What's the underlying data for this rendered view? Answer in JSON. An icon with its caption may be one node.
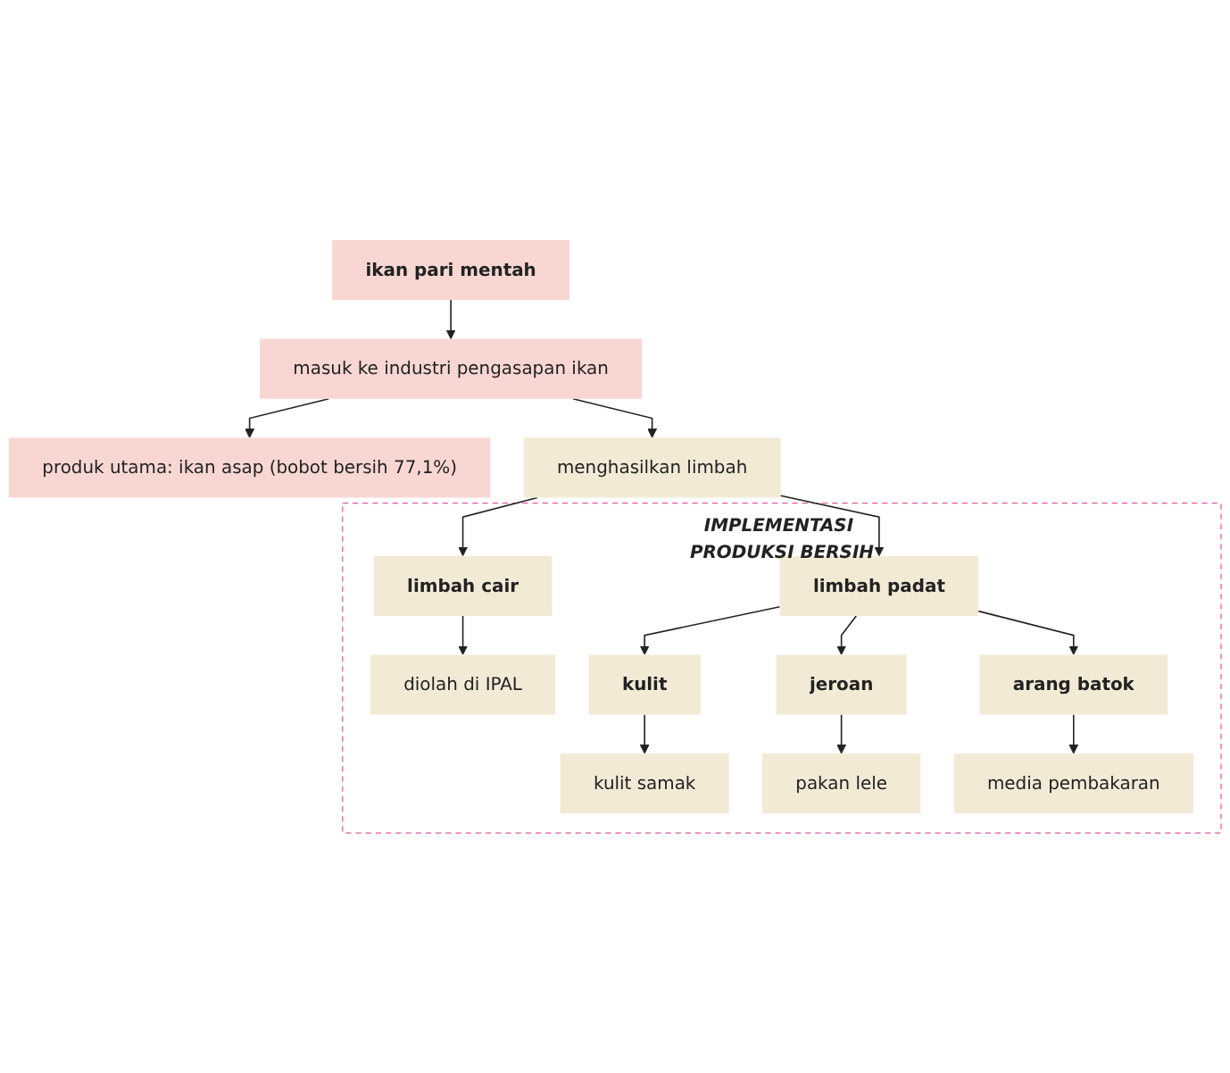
{
  "diagram": {
    "nodes": [
      {
        "text": [
          "ikan pari mentah"
        ]
      },
      {
        "text": [
          "masuk ke industri pengasapan ikan"
        ]
      },
      {
        "text": [
          "produk utama: ikan asap (bobot bersih 77,1%)"
        ]
      },
      {
        "text": [
          "menghasilkan limbah"
        ]
      },
      {
        "text": [
          "IMPLEMENTASI PRODUKSI BERSIH"
        ]
      },
      {
        "text": [
          "limbah cair"
        ],
        "in": 4
      },
      {
        "text": [
          "limbah padat"
        ],
        "in": 4
      },
      {
        "text": [
          "diolah di IPAL"
        ],
        "in": 4
      },
      {
        "text": [
          "kulit"
        ],
        "in": 4
      },
      {
        "text": [
          "jeroan"
        ],
        "in": 4
      },
      {
        "text": [
          "arang batok"
        ],
        "in": 4
      },
      {
        "text": [
          "kulit samak"
        ],
        "in": 4
      },
      {
        "text": [
          "pakan lele"
        ],
        "in": 4
      },
      {
        "text": [
          "media pembakaran"
        ],
        "in": 4
      }
    ],
    "edges": [
      {
        "from": 0,
        "to": 1,
        "arrow": "to"
      },
      {
        "from": 1,
        "to": 2,
        "arrow": "to"
      },
      {
        "from": 1,
        "to": 3,
        "arrow": "to"
      },
      {
        "from": 3,
        "to": 5,
        "arrow": "to"
      },
      {
        "from": 3,
        "to": 6,
        "arrow": "to"
      },
      {
        "from": 5,
        "to": 7,
        "arrow": "to"
      },
      {
        "from": 6,
        "to": 8,
        "arrow": "to"
      },
      {
        "from": 6,
        "to": 9,
        "arrow": "to"
      },
      {
        "from": 6,
        "to": 10,
        "arrow": "to"
      },
      {
        "from": 8,
        "to": 11,
        "arrow": "to"
      },
      {
        "from": 9,
        "to": 12,
        "arrow": "to"
      },
      {
        "from": 10,
        "to": 13,
        "arrow": "to"
      }
    ]
  }
}
